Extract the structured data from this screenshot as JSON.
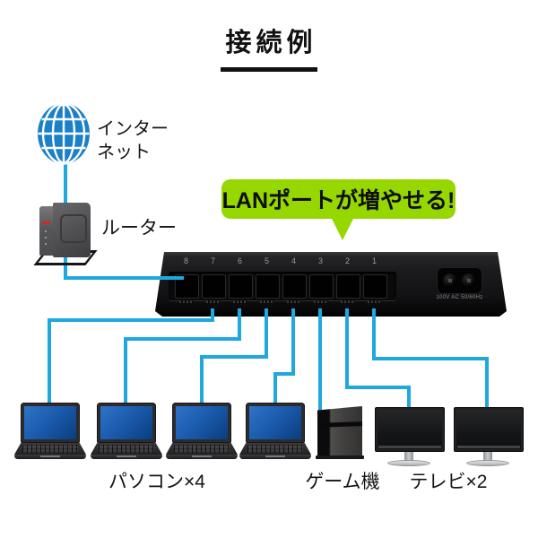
{
  "title": "接続例",
  "callout": {
    "text": "LANポートが増やせる!"
  },
  "internet": {
    "label_line1": "インター",
    "label_line2": "ネット"
  },
  "router": {
    "label": "ルーター"
  },
  "switch": {
    "port_labels": [
      "8",
      "7",
      "6",
      "5",
      "4",
      "3",
      "2",
      "1"
    ],
    "power_text": "100V AC 50/60Hz"
  },
  "devices": {
    "pcs_label": "パソコン×4",
    "game_label": "ゲーム機",
    "tv_label": "テレビ×2"
  },
  "colors": {
    "cable-blue": "#1fa8e0",
    "callout-green": "#97d700",
    "globe-blue": "#1a80c8",
    "screen-blue-light": "#2f74c8",
    "screen-blue-dark": "#0b3d7e"
  },
  "icons": {
    "internet": "globe-icon",
    "router": "router-box-icon",
    "switch": "lan-switch-image",
    "pc": "laptop-icon",
    "game": "game-console-icon",
    "tv": "tv-monitor-icon"
  }
}
